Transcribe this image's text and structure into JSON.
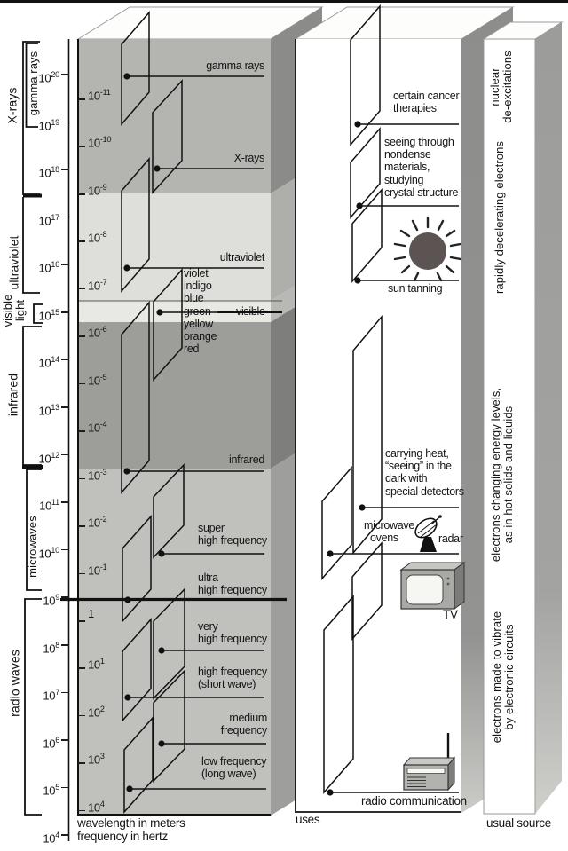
{
  "figure": {
    "subject": "electromagnetic spectrum",
    "frequency_base": "10"
  },
  "left_panel": {
    "frequency_exponents": [
      "20",
      "19",
      "18",
      "17",
      "16",
      "15",
      "14",
      "13",
      "12",
      "11",
      "10",
      "9",
      "8",
      "7",
      "6",
      "5",
      "4"
    ],
    "wavelength_scale": [
      {
        "b": "10",
        "e": "-11"
      },
      {
        "b": "10",
        "e": "-10"
      },
      {
        "b": "10",
        "e": "-9"
      },
      {
        "b": "10",
        "e": "-8"
      },
      {
        "b": "10",
        "e": "-7"
      },
      {
        "b": "10",
        "e": "-6"
      },
      {
        "b": "10",
        "e": "-5"
      },
      {
        "b": "10",
        "e": "-4"
      },
      {
        "b": "10",
        "e": "-3"
      },
      {
        "b": "10",
        "e": "-2"
      },
      {
        "b": "10",
        "e": "-1"
      },
      {
        "b": "1",
        "e": ""
      },
      {
        "b": "10",
        "e": "1"
      },
      {
        "b": "10",
        "e": "2"
      },
      {
        "b": "10",
        "e": "3"
      },
      {
        "b": "10",
        "e": "4"
      }
    ],
    "band_labels": {
      "x_rays": "X-rays",
      "gamma_rays": "gamma rays",
      "ultraviolet": "ultraviolet",
      "visible": [
        "visible",
        "light"
      ],
      "infrared": "infrared",
      "microwaves": "microwaves",
      "radio_waves": "radio waves"
    },
    "callouts": {
      "gamma": "gamma rays",
      "xray": "X-rays",
      "uv": "ultraviolet",
      "visible": "visible",
      "infrared": "infrared",
      "shf": [
        "super",
        "high frequency"
      ],
      "uhf": [
        "ultra",
        "high frequency"
      ],
      "vhf": [
        "very",
        "high frequency"
      ],
      "hf": [
        "high frequency",
        "(short wave)"
      ],
      "mf": [
        "medium",
        "frequency"
      ],
      "lf": [
        "low frequency",
        "(long wave)"
      ]
    },
    "visible_colors": [
      "violet",
      "indigo",
      "blue",
      "green",
      "yellow",
      "orange",
      "red"
    ],
    "axis_caption": [
      "wavelength in meters",
      "frequency in hertz"
    ]
  },
  "uses_panel": {
    "caption": "uses",
    "cancer": [
      "certain cancer",
      "therapies"
    ],
    "crystal": [
      "seeing through",
      "nondense",
      "materials,",
      "studying",
      "crystal structure"
    ],
    "sun": "sun tanning",
    "heat": [
      "carrying heat,",
      "“seeing” in the",
      "dark with",
      "special detectors"
    ],
    "microwave": [
      "microwave",
      "ovens"
    ],
    "radar": "radar",
    "tv": "TV",
    "radio": "radio communication"
  },
  "source_panel": {
    "caption": "usual source",
    "gamma_source": [
      "nuclear",
      "de-excitations"
    ],
    "xray_source": "rapidly decelerating electrons",
    "optical_source": [
      "electrons changing energy levels,",
      "as in hot solids and liquids"
    ],
    "radio_source": [
      "electrons made to vibrate",
      "by electronic circuits"
    ]
  },
  "colors": {
    "band_gamma": "#b4b4b1",
    "band_uv": "#dededa",
    "band_visible": "#e9e9e3",
    "band_ir": "#9d9d9a",
    "band_radio": "#c0c0bd",
    "side_gamma": "#8b8b89",
    "side_uv": "#aeaeab",
    "side_visible": "#b8b8b5",
    "side_ir": "#7e7e7c",
    "side_radio": "#9e9e9c",
    "sun": "#5b5452",
    "ink": "#141414"
  }
}
